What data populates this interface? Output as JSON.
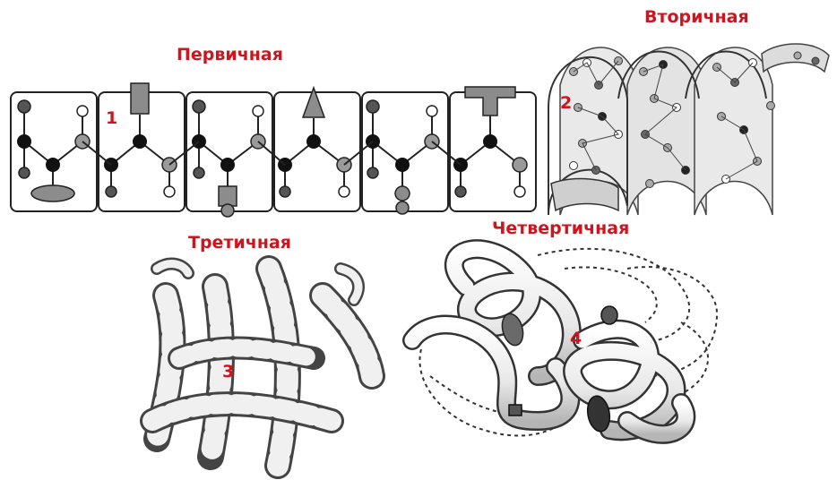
{
  "labels": {
    "primary": "Первичная",
    "secondary": "Вторичная",
    "tertiary": "Третичная",
    "quaternary": "Четвертичная"
  },
  "numbers": {
    "primary": "1",
    "secondary": "2",
    "tertiary": "3",
    "quaternary": "4"
  },
  "colors": {
    "label": "#d0141e",
    "atom_dark": "#111111",
    "atom_gray": "#9a9a9a",
    "side_chain": "#8c8c8c",
    "ribbon_light": "#f2f2f2",
    "ribbon_dark": "#444444"
  },
  "primary_units": [
    {
      "side_chain": "ellipse",
      "position": "bottom"
    },
    {
      "side_chain": "rectangle",
      "position": "top"
    },
    {
      "side_chain": "cylinder",
      "position": "bottom"
    },
    {
      "side_chain": "triangle",
      "position": "top"
    },
    {
      "side_chain": "double-circle",
      "position": "bottom"
    },
    {
      "side_chain": "t-shape",
      "position": "top"
    }
  ]
}
